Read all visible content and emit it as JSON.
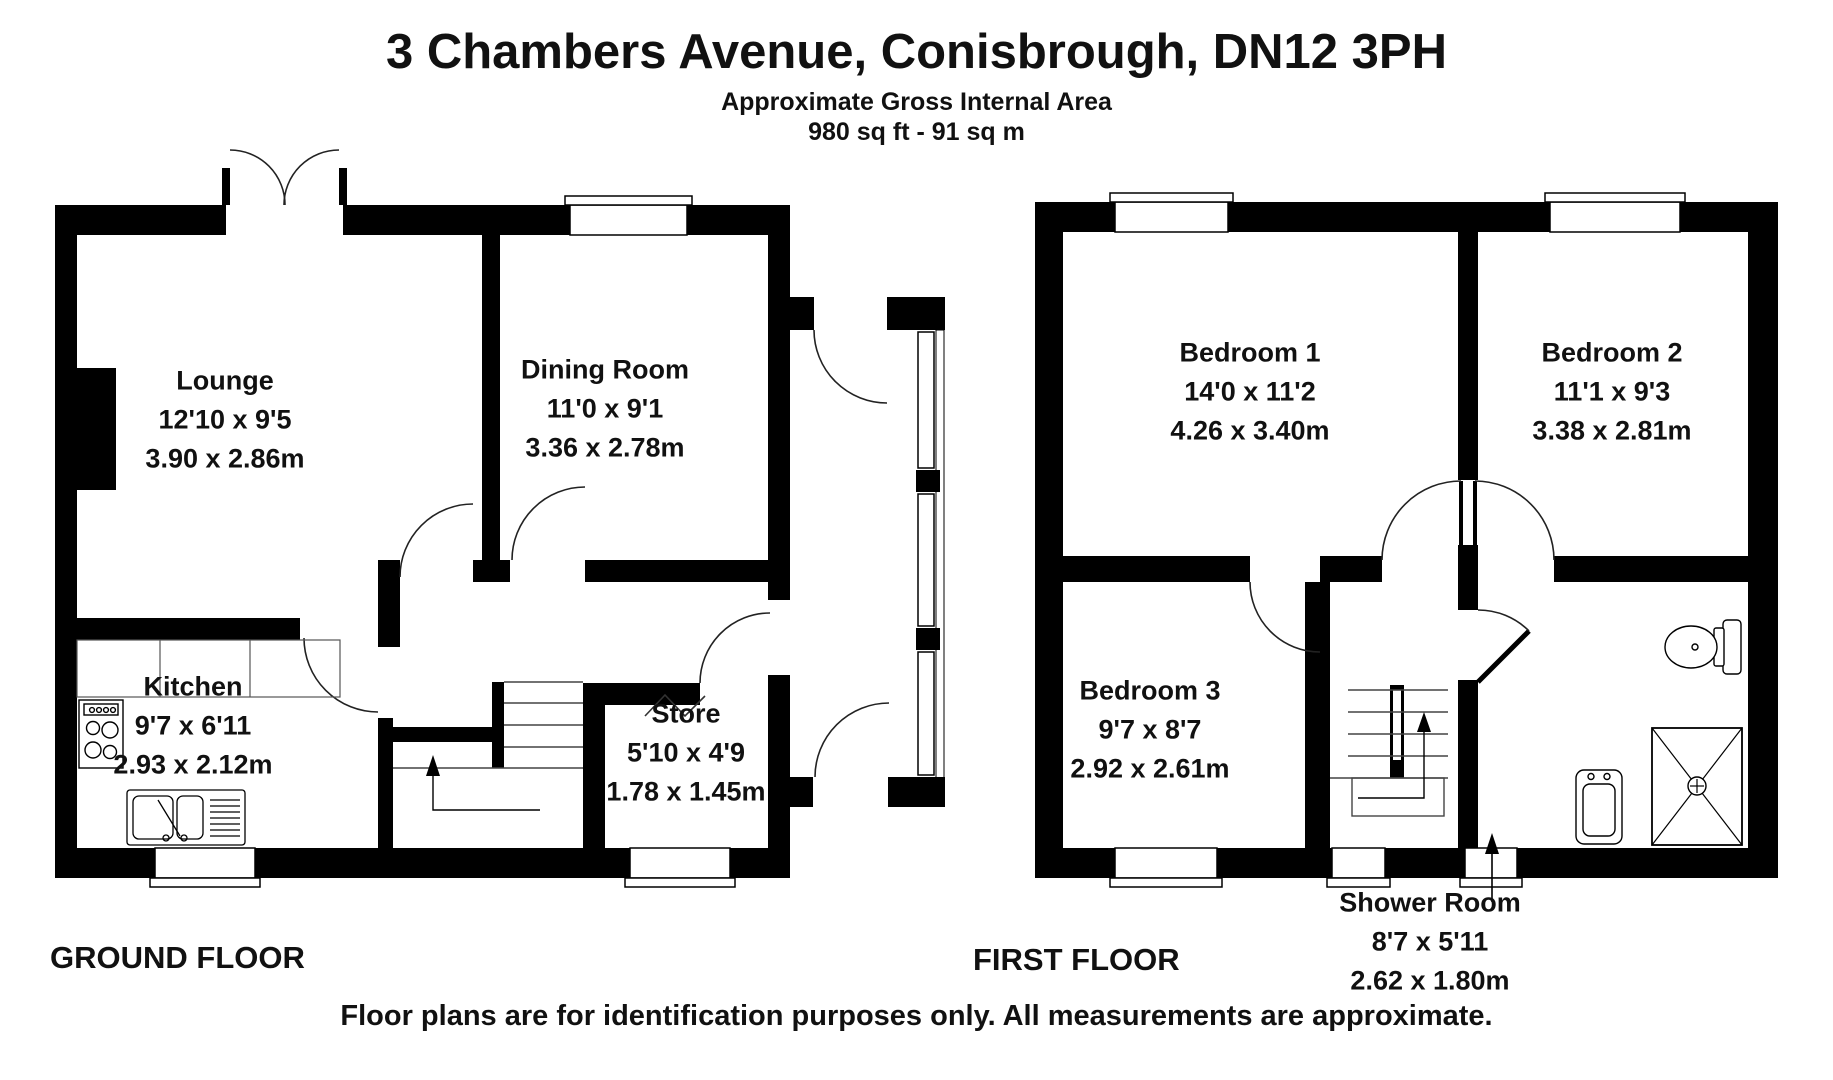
{
  "header": {
    "title": "3 Chambers Avenue, Conisbrough, DN12 3PH",
    "area_label": "Approximate Gross Internal Area",
    "area_value": "980 sq ft - 91 sq m"
  },
  "ground_floor": {
    "label": "GROUND FLOOR",
    "rooms": {
      "lounge": {
        "name": "Lounge",
        "imperial": "12'10 x 9'5",
        "metric": "3.90 x 2.86m"
      },
      "dining": {
        "name": "Dining Room",
        "imperial": "11'0 x 9'1",
        "metric": "3.36 x 2.78m"
      },
      "kitchen": {
        "name": "Kitchen",
        "imperial": "9'7 x 6'11",
        "metric": "2.93 x 2.12m"
      },
      "store": {
        "name": "Store",
        "imperial": "5'10 x 4'9",
        "metric": "1.78 x 1.45m"
      }
    }
  },
  "first_floor": {
    "label": "FIRST FLOOR",
    "rooms": {
      "bedroom1": {
        "name": "Bedroom 1",
        "imperial": "14'0 x 11'2",
        "metric": "4.26 x 3.40m"
      },
      "bedroom2": {
        "name": "Bedroom 2",
        "imperial": "11'1 x 9'3",
        "metric": "3.38 x 2.81m"
      },
      "bedroom3": {
        "name": "Bedroom 3",
        "imperial": "9'7 x 8'7",
        "metric": "2.92 x 2.61m"
      },
      "shower": {
        "name": "Shower Room",
        "imperial": "8'7 x 5'11",
        "metric": "2.62 x 1.80m"
      }
    }
  },
  "footer": {
    "disclaimer": "Floor plans are for identification purposes only. All measurements are approximate."
  },
  "colors": {
    "wall": "#000000",
    "background": "#ffffff",
    "line": "#222222"
  }
}
